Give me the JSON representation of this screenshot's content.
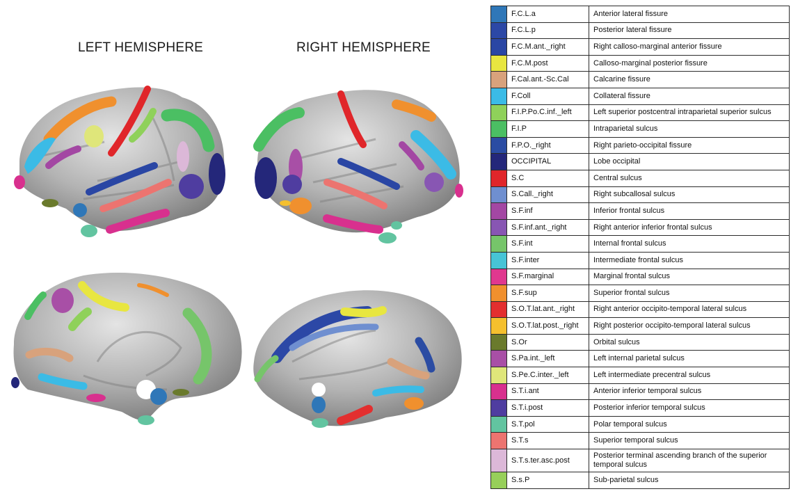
{
  "titles": {
    "left": "LEFT HEMISPHERE",
    "right": "RIGHT HEMISPHERE"
  },
  "legend": [
    {
      "abbr": "F.C.L.a",
      "name": "Anterior lateral fissure",
      "color": "#2f77b8"
    },
    {
      "abbr": "F.C.L.p",
      "name": "Posterior lateral fissure",
      "color": "#2c48a6"
    },
    {
      "abbr": "F.C.M.ant._right",
      "name": "Right calloso-marginal anterior fissure",
      "color": "#2a46a4"
    },
    {
      "abbr": "F.C.M.post",
      "name": "Calloso-marginal posterior fissure",
      "color": "#e8e640"
    },
    {
      "abbr": "F.Cal.ant.-Sc.Cal",
      "name": "Calcarine fissure",
      "color": "#d8a27c"
    },
    {
      "abbr": "F.Coll",
      "name": "Collateral fissure",
      "color": "#3bbbe6"
    },
    {
      "abbr": "F.I.P.Po.C.inf._left",
      "name": "Left superior postcentral intraparietal superior sulcus",
      "color": "#8fd15a"
    },
    {
      "abbr": "F.I.P",
      "name": "Intraparietal sulcus",
      "color": "#4bbf63"
    },
    {
      "abbr": "F.P.O._right",
      "name": "Right parieto-occipital fissure",
      "color": "#2b4ca3"
    },
    {
      "abbr": "OCCIPITAL",
      "name": "Lobe occipital",
      "color": "#24277a"
    },
    {
      "abbr": "S.C",
      "name": "Central sulcus",
      "color": "#e0262a"
    },
    {
      "abbr": "S.Call._right",
      "name": "Right subcallosal sulcus",
      "color": "#6f8fd0"
    },
    {
      "abbr": "S.F.inf",
      "name": "Inferior frontal sulcus",
      "color": "#a347a3"
    },
    {
      "abbr": "S.F.inf.ant._right",
      "name": "Right anterior inferior frontal sulcus",
      "color": "#8856b3"
    },
    {
      "abbr": "S.F.int",
      "name": "Internal frontal sulcus",
      "color": "#76c56a"
    },
    {
      "abbr": "S.F.inter",
      "name": "Intermediate frontal sulcus",
      "color": "#47c4d6"
    },
    {
      "abbr": "S.F.marginal",
      "name": "Marginal frontal sulcus",
      "color": "#e0388f"
    },
    {
      "abbr": "S.F.sup",
      "name": "Superior frontal sulcus",
      "color": "#f0902e"
    },
    {
      "abbr": "S.O.T.lat.ant._right",
      "name": "Right anterior occipito-temporal lateral sulcus",
      "color": "#e32f2f"
    },
    {
      "abbr": "S.O.T.lat.post._right",
      "name": "Right posterior occipito-temporal lateral sulcus",
      "color": "#f5c02e"
    },
    {
      "abbr": "S.Or",
      "name": "Orbital sulcus",
      "color": "#6a7a2c"
    },
    {
      "abbr": "S.Pa.int._left",
      "name": "Left internal parietal sulcus",
      "color": "#a84fa6"
    },
    {
      "abbr": "S.Pe.C.inter._left",
      "name": "Left intermediate precentral sulcus",
      "color": "#dfe67a"
    },
    {
      "abbr": "S.T.i.ant",
      "name": "Anterior inferior temporal sulcus",
      "color": "#d8308e"
    },
    {
      "abbr": "S.T.i.post",
      "name": "Posterior inferior temporal sulcus",
      "color": "#4f3da0"
    },
    {
      "abbr": "S.T.pol",
      "name": "Polar temporal sulcus",
      "color": "#62c4a0"
    },
    {
      "abbr": "S.T.s",
      "name": "Superior temporal sulcus",
      "color": "#ec7470"
    },
    {
      "abbr": "S.T.s.ter.asc.post",
      "name": "Posterior terminal ascending branch of the superior temporal sulcus",
      "color": "#dcb8d8"
    },
    {
      "abbr": "S.s.P",
      "name": "Sub-parietal sulcus",
      "color": "#97cf5a"
    }
  ],
  "brain_colors": {
    "cortex": "#b5b5b5",
    "cortex_highlight": "#dedede",
    "cortex_shadow": "#7c7c7c"
  }
}
